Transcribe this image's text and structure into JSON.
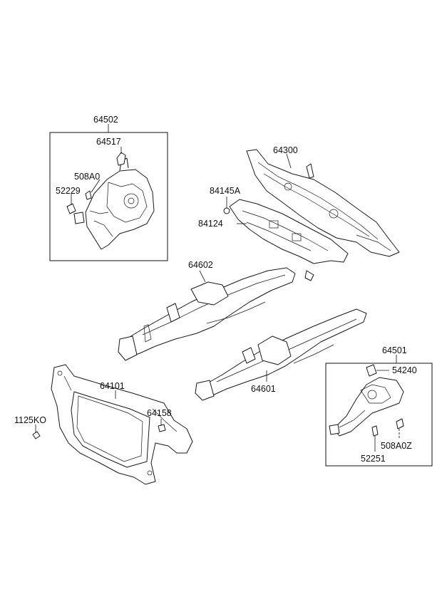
{
  "callouts": {
    "c64502": "64502",
    "c64517": "64517",
    "c508A0": "508A0",
    "c52229": "52229",
    "c64300": "64300",
    "c84145A": "84145A",
    "c84124": "84124",
    "c64602": "64602",
    "c64501": "64501",
    "c54240": "54240",
    "c64601": "64601",
    "c64101": "64101",
    "c1125KO": "1125KO",
    "c64158": "64158",
    "c508A0Z": "508A0Z",
    "c52251": "52251"
  }
}
